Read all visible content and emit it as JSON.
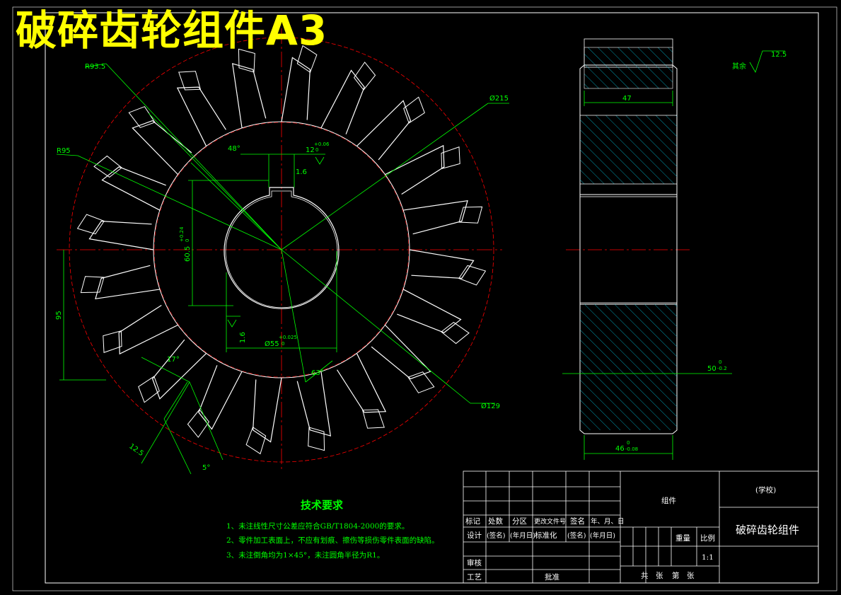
{
  "sheet": {
    "title": "破碎齿轮组件A3",
    "colors": {
      "background": "#000000",
      "outline": "#ffffff",
      "dimension": "#00ff00",
      "centerline": "#ff0000",
      "hatch": "#00bcd4",
      "title": "#ffff00"
    }
  },
  "dimensions": {
    "r93_5": "R93.5",
    "r95": "R95",
    "d215": "Ø215",
    "angle48": "48°",
    "keyway12": "12",
    "keyway12_tol_up": "+0.06",
    "keyway12_tol_dn": "0",
    "rough1_6_top": "1.6",
    "h60_5": "60.5",
    "h60_5_tol_up": "+0.24",
    "h60_5_tol_dn": "0",
    "d55": "Ø55",
    "d55_tol_up": "+0.025",
    "d55_tol_dn": "0",
    "rough1_6_left": "1.6",
    "h95": "95",
    "angle17": "17°",
    "angle63": "63°",
    "d129": "Ø129",
    "len12_5": "12.5",
    "angle5": "5°",
    "width47": "47",
    "width50": "50",
    "width50_tol_up": "0",
    "width50_tol_dn": "-0.2",
    "width46": "46",
    "width46_tol_up": "0",
    "width46_tol_dn": "-0.08",
    "others_label": "其余",
    "others_value": "12.5"
  },
  "tech_requirements": {
    "title": "技术要求",
    "notes": [
      "1、未注线性尺寸公差应符合GB/T1804-2000的要求。",
      "2、零件加工表面上，不应有划痕、擦伤等损伤零件表面的缺陷。",
      "3、未注倒角均为1×45°，未注圆角半径为R1。"
    ]
  },
  "title_block": {
    "header_labels": [
      "标记",
      "处数",
      "分区",
      "更改文件号",
      "签名",
      "年、月、日"
    ],
    "row_design": [
      "设计",
      "(签名)",
      "(年月日)",
      "标准化",
      "(签名)",
      "(年月日)"
    ],
    "review": "审核",
    "process": "工艺",
    "approve": "批准",
    "assembly": "组件",
    "school": "(学校)",
    "drawing_name": "破碎齿轮组件",
    "weight": "重量",
    "scale_label": "比例",
    "scale_value": "1:1",
    "sheets_total": "共　张",
    "sheet_no": "第　张"
  }
}
